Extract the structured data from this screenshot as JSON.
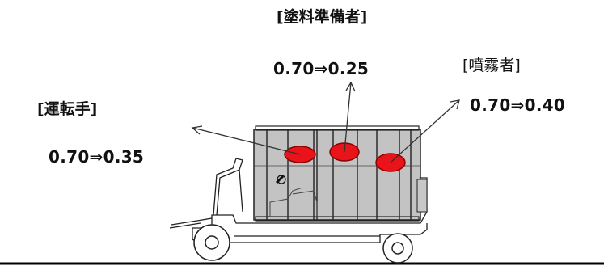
{
  "labels": {
    "driver": {
      "role": "[運転手]",
      "value": "0.70⇒0.35"
    },
    "paint_preparer": {
      "role": "[塗料準備者]",
      "value": "0.70⇒0.25"
    },
    "sprayer": {
      "role": "[噴霧者]",
      "value": "0.70⇒0.40"
    }
  },
  "colors": {
    "marker_red": "#e8141a",
    "marker_outline": "#8b0000",
    "cabin_fill": "#b8b8b8",
    "line": "#222222"
  }
}
